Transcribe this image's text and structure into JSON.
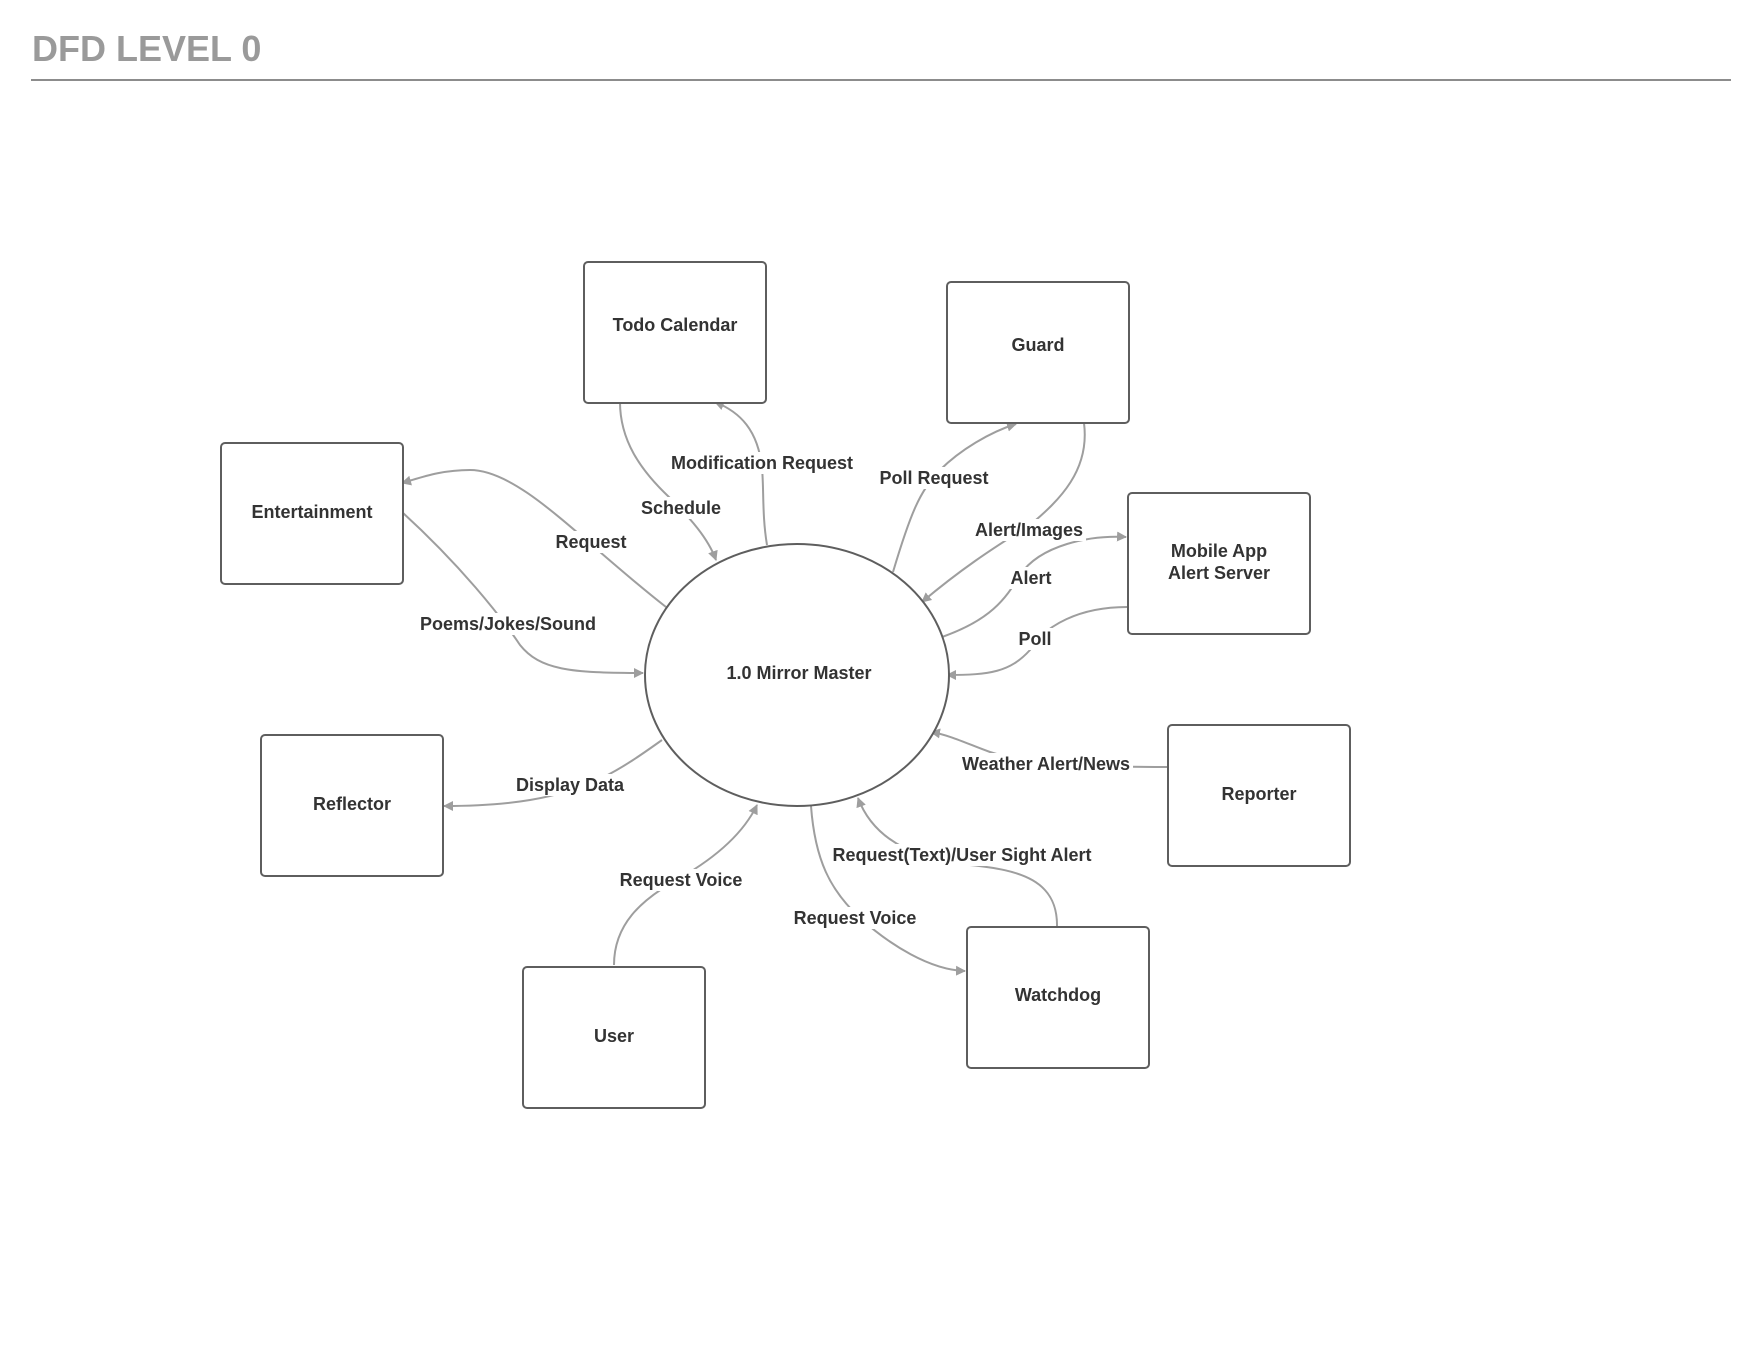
{
  "header": {
    "title": "DFD LEVEL 0"
  },
  "diagram": {
    "process": {
      "label": "1.0 Mirror Master"
    },
    "entities": {
      "todo_calendar": {
        "label": "Todo Calendar"
      },
      "guard": {
        "label": "Guard"
      },
      "entertainment": {
        "label": "Entertainment"
      },
      "mobile_app": {
        "label_line1": "Mobile App",
        "label_line2": "Alert Server"
      },
      "reflector": {
        "label": "Reflector"
      },
      "reporter": {
        "label": "Reporter"
      },
      "user": {
        "label": "User"
      },
      "watchdog": {
        "label": "Watchdog"
      }
    },
    "flows": {
      "request": "Request",
      "poems": "Poems/Jokes/Sound",
      "schedule": "Schedule",
      "modification": "Modification Request",
      "poll_request": "Poll Request",
      "alert_images": "Alert/Images",
      "alert": "Alert",
      "poll": "Poll",
      "weather": "Weather Alert/News",
      "display": "Display Data",
      "request_voice_user": "Request Voice",
      "request_voice_watchdog": "Request Voice",
      "sight_alert": "Request(Text)/User Sight Alert"
    }
  }
}
